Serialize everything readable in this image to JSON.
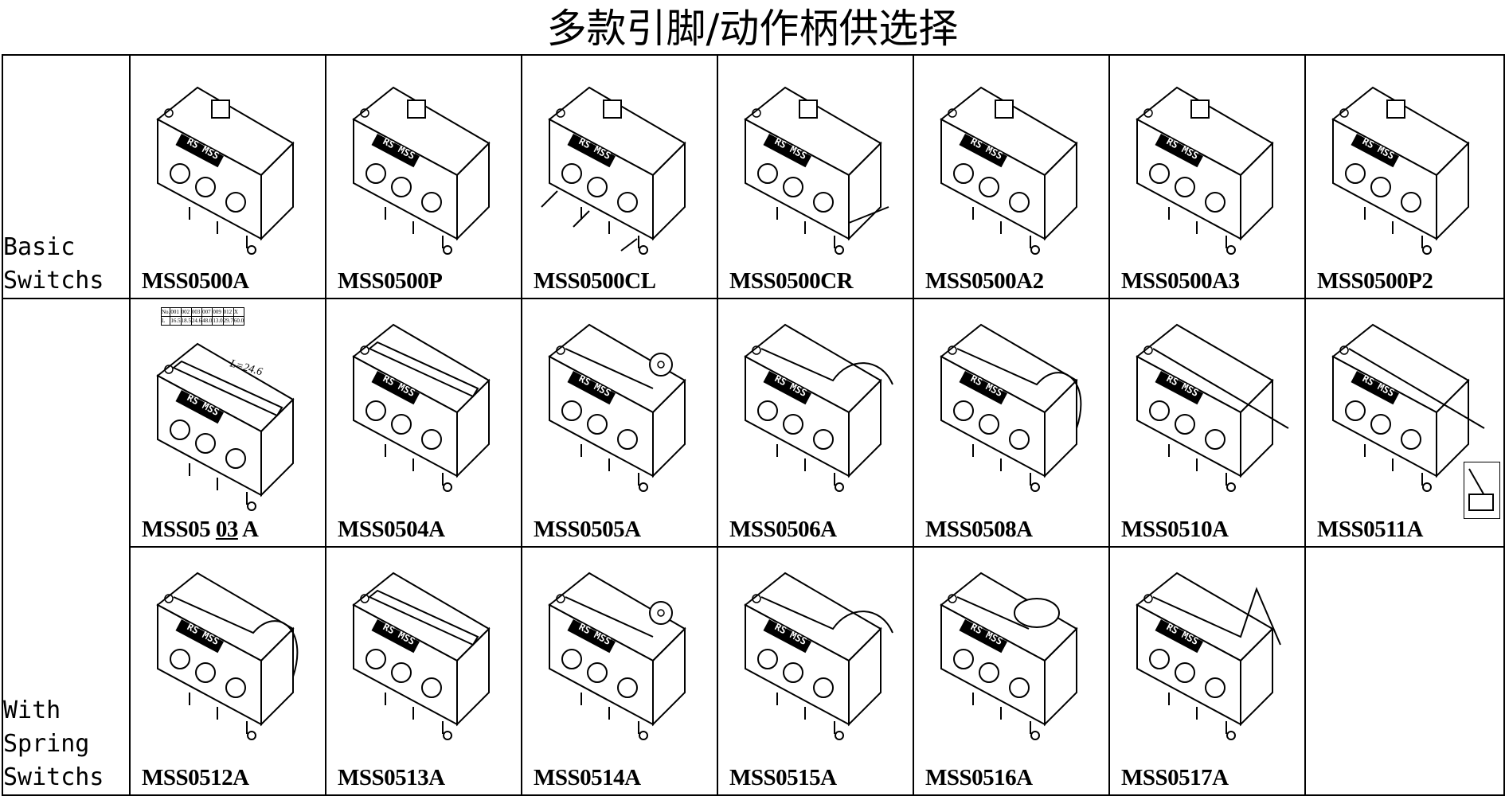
{
  "page": {
    "title": "多款引脚/动作柄供选择"
  },
  "categories": {
    "basic": "Basic\nSwitchs",
    "spring": "With\nSpring\nSwitchs"
  },
  "basic_models": [
    "MSS0500A",
    "MSS0500P",
    "MSS0500CL",
    "MSS0500CR",
    "MSS0500A2",
    "MSS0500A3",
    "MSS0500P2"
  ],
  "spring_models_row1": [
    "MSS05 ",
    "MSS0504A",
    "MSS0505A",
    "MSS0506A",
    "MSS0508A",
    "MSS0510A",
    "MSS0511A"
  ],
  "spring_model_first": {
    "prefix": "MSS05 ",
    "code": "03",
    "suffix": " A"
  },
  "spring_models_row2": [
    "MSS0512A",
    "MSS0513A",
    "MSS0514A",
    "MSS0515A",
    "MSS0516A",
    "MSS0517A"
  ],
  "switch_marking": "RS MSS",
  "dimension_label": "L=24.6",
  "dimension_table": {
    "header": [
      "No.",
      "001",
      "002",
      "003",
      "007",
      "009",
      "012",
      "X"
    ],
    "values": [
      "L",
      "16.5",
      "18.5",
      "24.6",
      "48.0",
      "13.0",
      "29.7",
      "60.0"
    ]
  }
}
